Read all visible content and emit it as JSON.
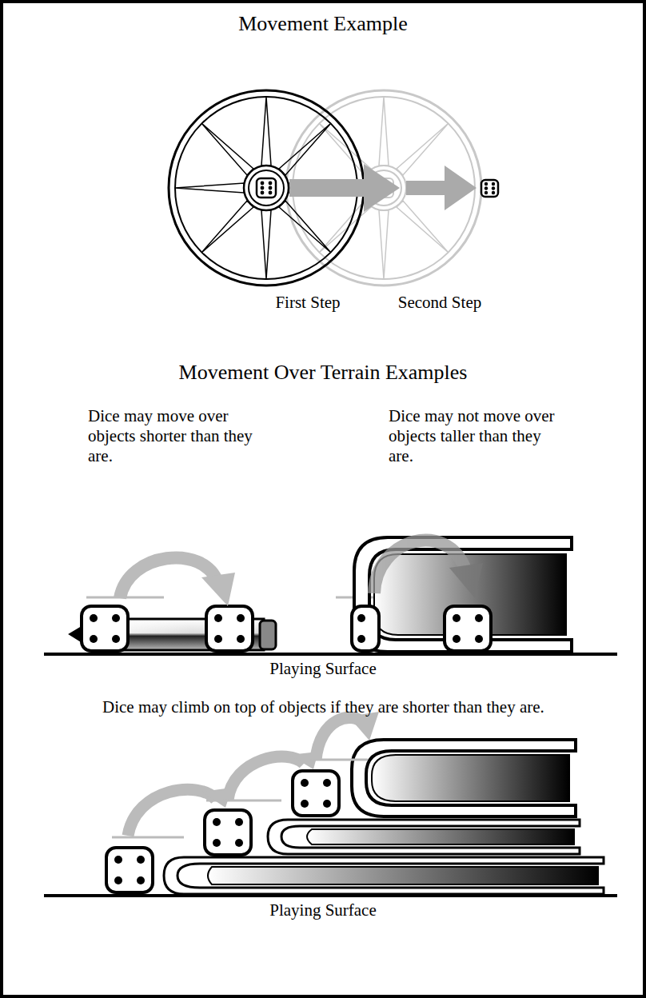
{
  "diagram": {
    "title": "Movement Example",
    "labels": [
      "First Step",
      "Second Step",
      "Movement Over Terrain Examples",
      "Dice may move over objects shorter than they are.",
      "Dice may not move over objects taller than they are.",
      "Playing Surface",
      "Dice may climb on top of objects if they are shorter than they are.",
      "Playing Surface"
    ]
  }
}
